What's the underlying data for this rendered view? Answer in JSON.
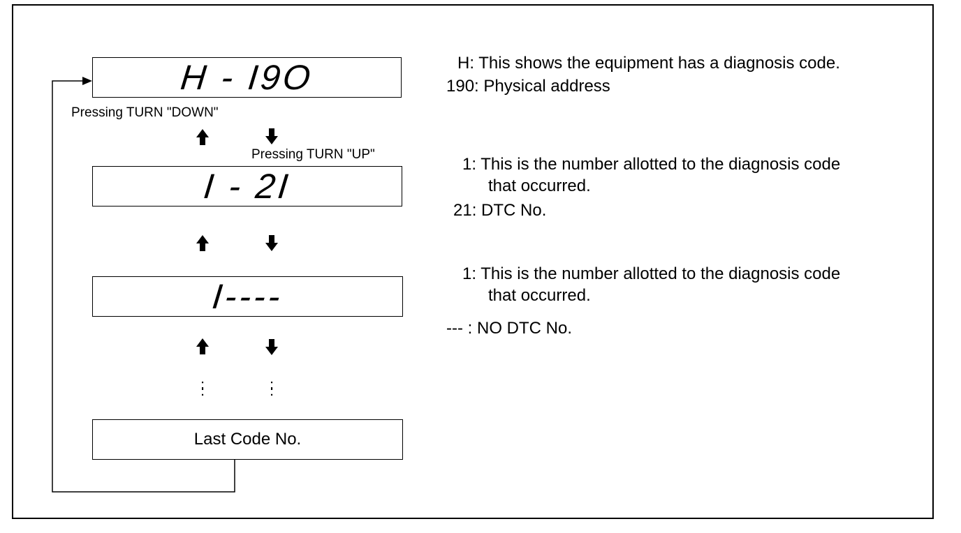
{
  "displays": {
    "header": "H - I9O",
    "first_code": "I - 2I",
    "second_code": "I----",
    "last": "Last Code No."
  },
  "labels": {
    "pressing_down": "Pressing TURN \"DOWN\"",
    "pressing_up": "Pressing TURN \"UP\""
  },
  "descriptions": {
    "h_line": "H: This shows the equipment has a diagnosis  code.",
    "physical_address": "190: Physical address",
    "number_allotted_1": "1: This is the number allotted to the diagnosis code",
    "that_occurred_1": "that occurred.",
    "dtc_no": "21: DTC No.",
    "number_allotted_2": "1: This is the number allotted to the diagnosis code",
    "that_occurred_2": "that occurred.",
    "no_dtc": "--- : NO DTC No."
  },
  "ellipsis": ":"
}
